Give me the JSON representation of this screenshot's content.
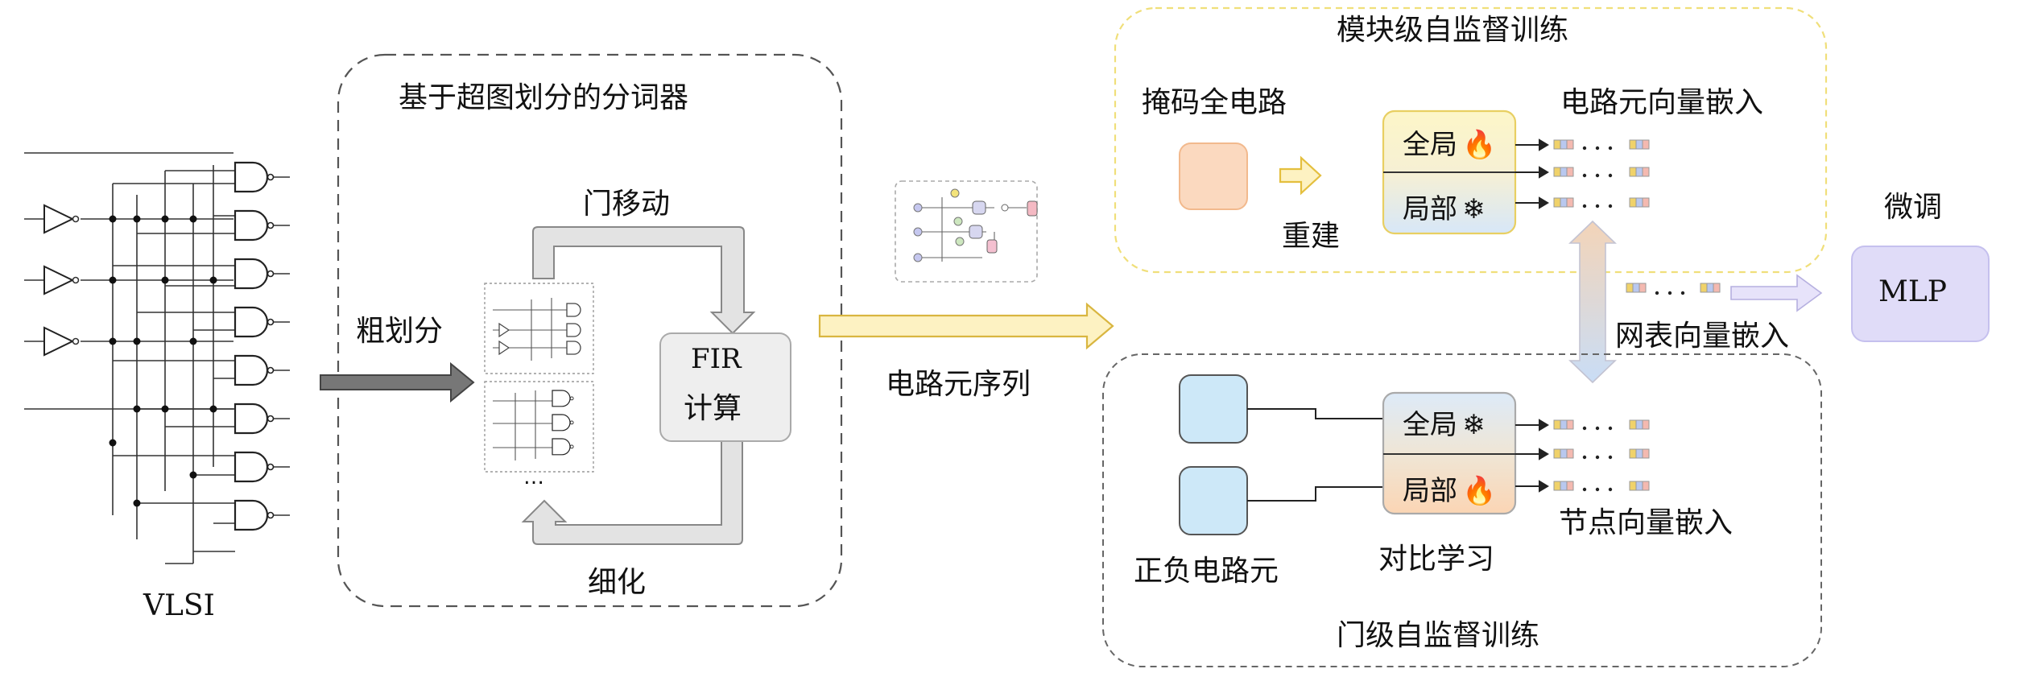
{
  "vlsi": {
    "label": "VLSI"
  },
  "tokenizer": {
    "title": "基于超图划分的分词器",
    "coarse_label": "粗划分",
    "move_label": "门移动",
    "refine_label": "细化",
    "fir_line1": "FIR",
    "fir_line2": "计算",
    "ellipsis": "…"
  },
  "sequence": {
    "label": "电路元序列"
  },
  "module_training": {
    "title": "模块级自监督训练",
    "masked_label": "掩码全电路",
    "reconstruct_label": "重建",
    "global_label": "全局",
    "local_label": "局部",
    "global_state": "fire",
    "local_state": "frozen",
    "embedding_label": "电路元向量嵌入"
  },
  "gate_training": {
    "title": "门级自监督训练",
    "pos_neg_label": "正负电路元",
    "contrast_label": "对比学习",
    "global_label": "全局",
    "local_label": "局部",
    "global_state": "frozen",
    "local_state": "fire",
    "embedding_label": "节点向量嵌入"
  },
  "finetune": {
    "label": "微调",
    "mlp_label": "MLP",
    "netlist_label": "网表向量嵌入"
  },
  "colors": {
    "masked_block": "#fbd9bf",
    "pos_neg_block": "#cde8f8",
    "mlp_fill": "#e0dcf8",
    "module_border": "#f0df7a",
    "encoder_top": "#fbf3c4",
    "encoder_bottom": "#d9e9f8",
    "arrow_gray": "#707070",
    "arrow_yellow": "#f4d45a"
  },
  "icons": {
    "fire": "fire-icon",
    "frozen": "snowflake-icon"
  }
}
